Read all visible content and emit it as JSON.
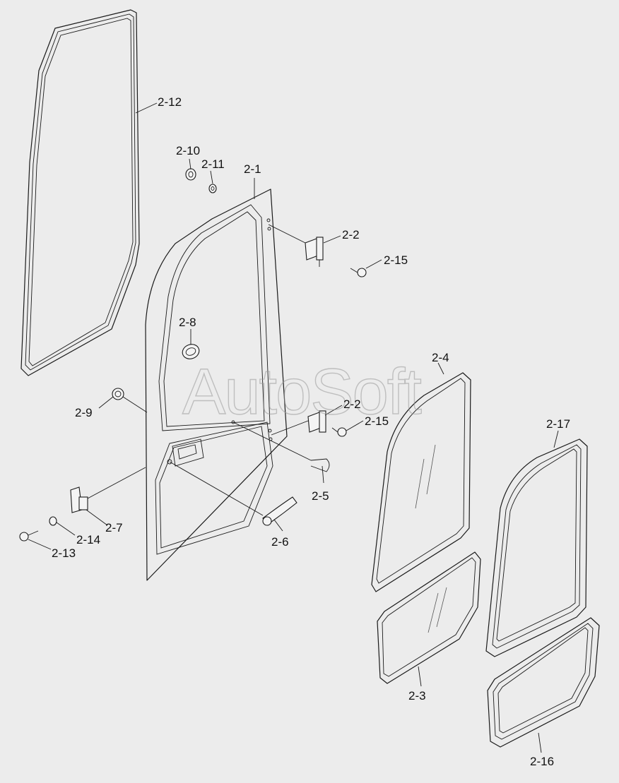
{
  "watermark": "AutoSoft",
  "labels": {
    "p2_12": "2-12",
    "p2_10": "2-10",
    "p2_11": "2-11",
    "p2_1": "2-1",
    "p2_2a": "2-2",
    "p2_15a": "2-15",
    "p2_8": "2-8",
    "p2_4": "2-4",
    "p2_9": "2-9",
    "p2_2b": "2-2",
    "p2_15b": "2-15",
    "p2_17": "2-17",
    "p2_5": "2-5",
    "p2_7": "2-7",
    "p2_14": "2-14",
    "p2_13": "2-13",
    "p2_6": "2-6",
    "p2_3": "2-3",
    "p2_16": "2-16"
  }
}
